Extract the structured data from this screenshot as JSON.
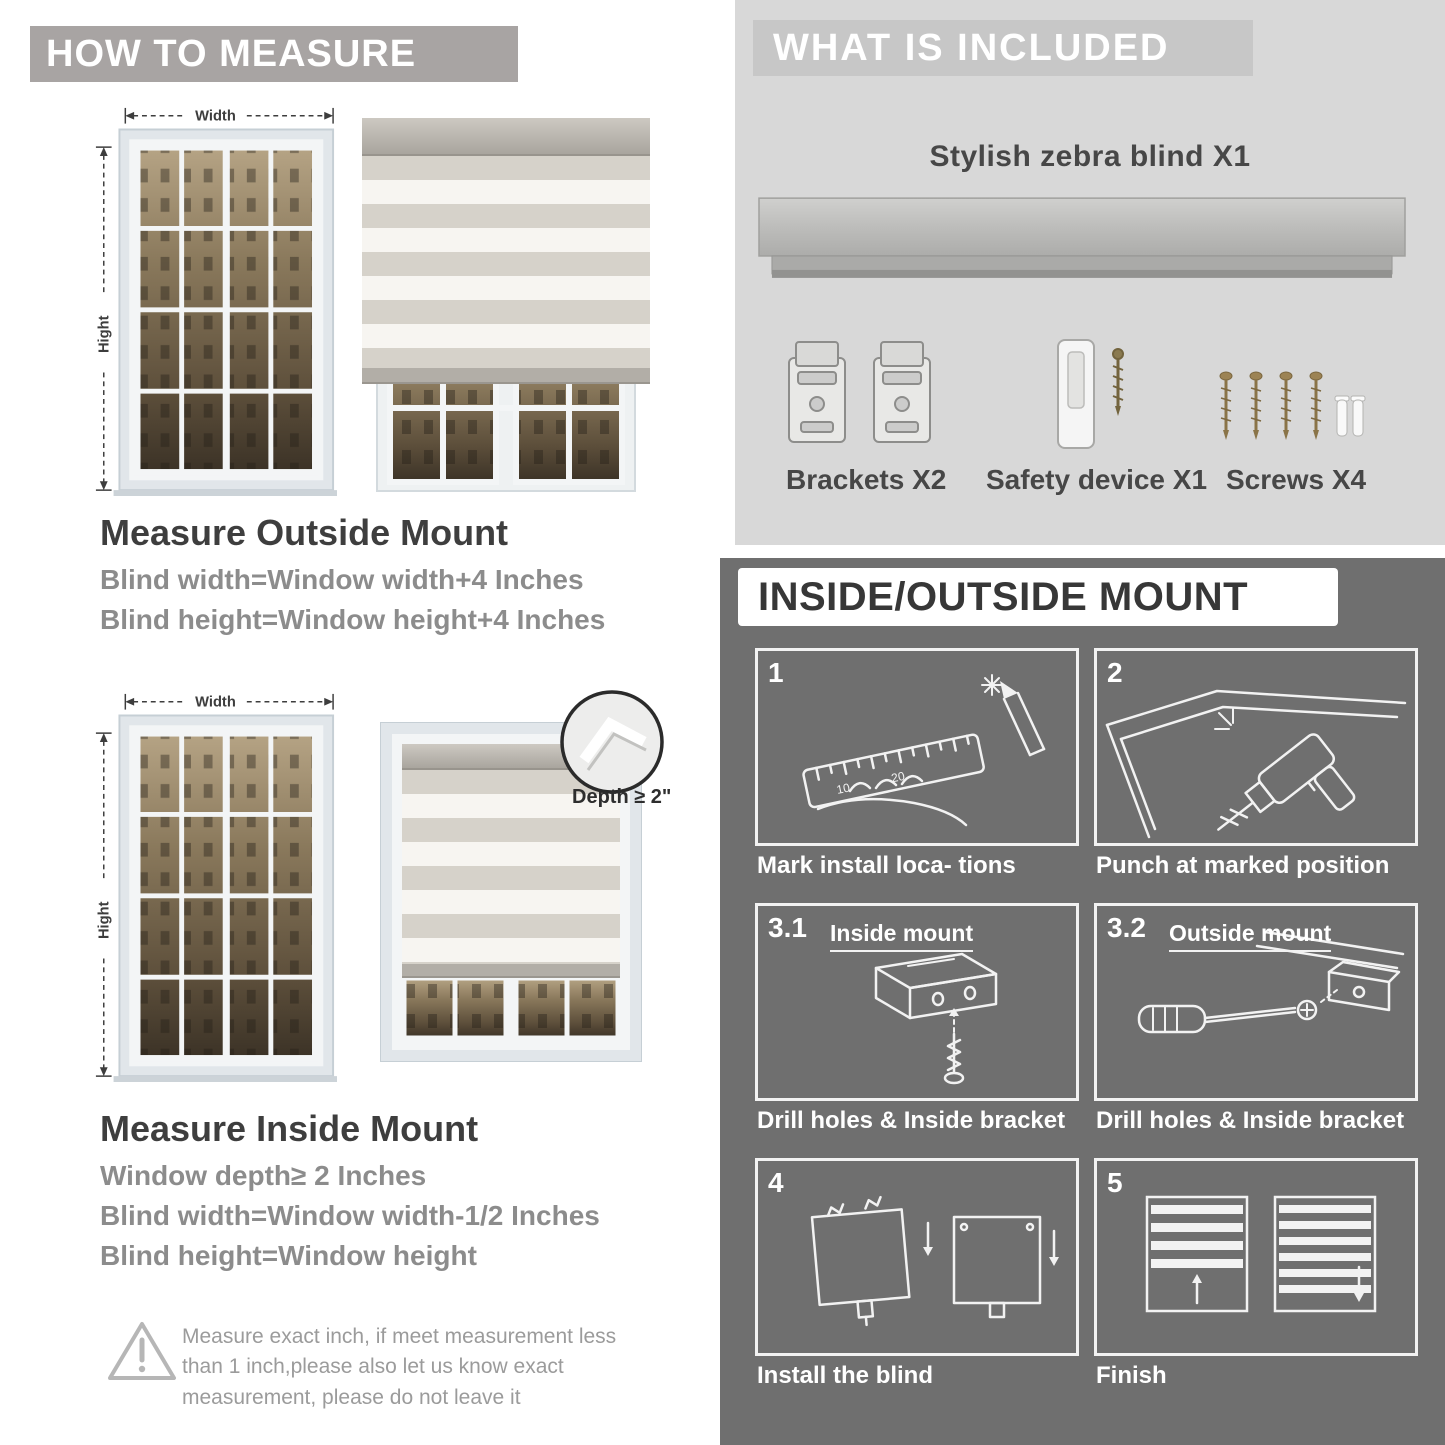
{
  "left": {
    "banner": "HOW TO MEASURE",
    "outside": {
      "width_label": "Width",
      "height_label": "Hight",
      "title": "Measure Outside Mount",
      "lines": [
        "Blind width=Window width+4 Inches",
        "Blind height=Window height+4 Inches"
      ]
    },
    "inside": {
      "width_label": "Width",
      "height_label": "Hight",
      "depth_label": "Depth ≥ 2\"",
      "title": "Measure Inside Mount",
      "lines": [
        "Window depth≥ 2 Inches",
        "Blind width=Window width-1/2 Inches",
        "Blind height=Window height"
      ]
    },
    "warning": {
      "icon": "warning-triangle-icon",
      "text": "Measure exact inch, if meet measurement less than 1 inch,please also let us know exact measurement, please do not leave it"
    }
  },
  "included": {
    "banner": "WHAT IS INCLUDED",
    "blind_label": "Stylish zebra blind X1",
    "items": [
      {
        "label": "Brackets X2",
        "icon": "brackets-icon"
      },
      {
        "label": "Safety device X1",
        "icon": "safety-device-icon"
      },
      {
        "label": "Screws X4",
        "icon": "screws-icon"
      }
    ]
  },
  "mount": {
    "banner": "INSIDE/OUTSIDE MOUNT",
    "steps": [
      {
        "num": "1",
        "title": "",
        "caption": "Mark install loca- tions"
      },
      {
        "num": "2",
        "title": "",
        "caption": "Punch at  marked position"
      },
      {
        "num": "3.1",
        "title": "Inside mount",
        "caption": "Drill holes &  Inside bracket"
      },
      {
        "num": "3.2",
        "title": "Outside mount",
        "caption": "Drill holes &  Inside bracket"
      },
      {
        "num": "4",
        "title": "",
        "caption": "Install the blind"
      },
      {
        "num": "5",
        "title": "",
        "caption": "Finish"
      }
    ]
  },
  "colors": {
    "left_banner_bg": "#a8a4a3",
    "included_panel_bg": "#d8d8d8",
    "included_banner_bg": "#c7c7c7",
    "dark_panel_bg": "#6f6f6f",
    "heading_text": "#3e3e3e",
    "body_text": "#8c8c8c",
    "blind_stripe_gray": "#d6d2ca",
    "blind_stripe_white": "#f7f5f1"
  }
}
